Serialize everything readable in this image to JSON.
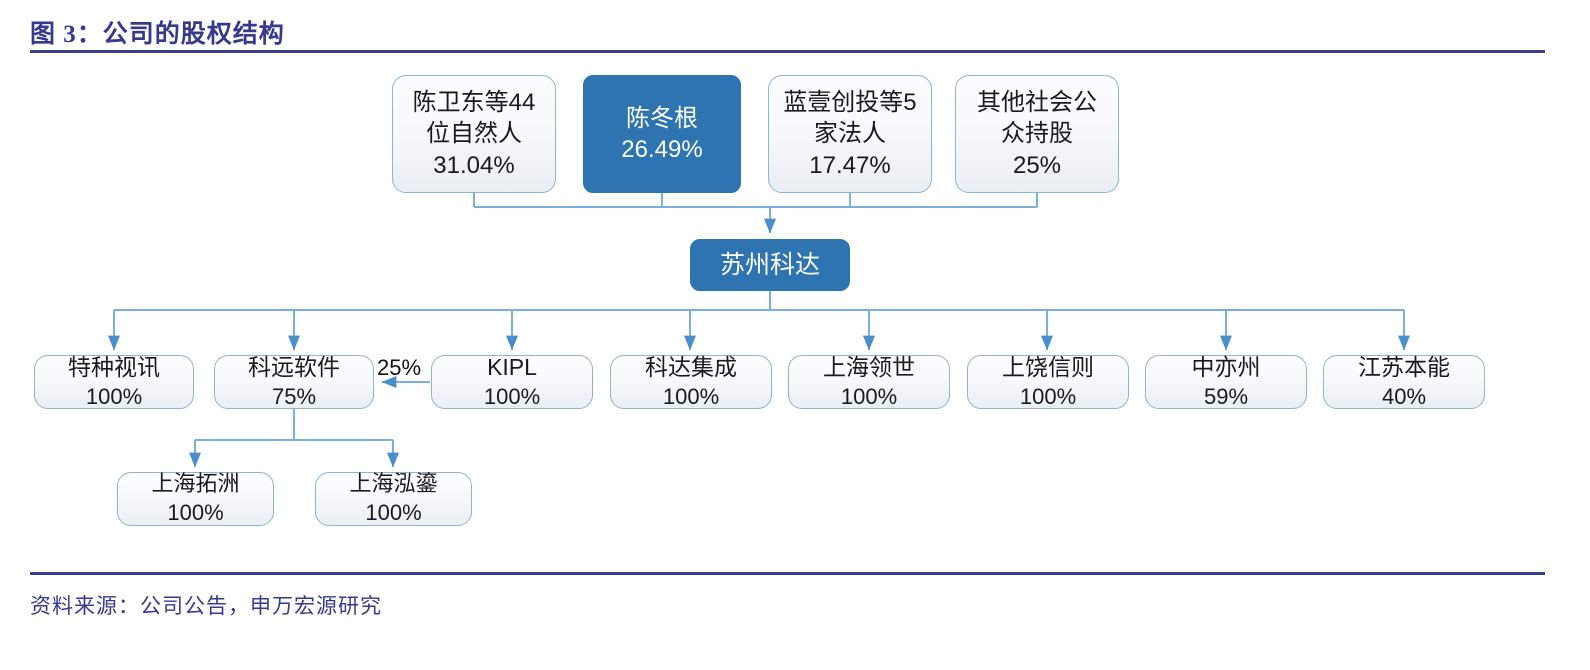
{
  "header": {
    "title": "图 3：公司的股权结构",
    "rule_color": "#3b3f92",
    "title_color": "#36398f"
  },
  "footer": {
    "source": "资料来源：公司公告，申万宏源研究"
  },
  "theme": {
    "accent_blue": "#2d74b0",
    "connector_blue": "#5b9bd5",
    "box_border": "#8fb4cf",
    "box_fill_top": "#fdfdfe",
    "box_fill_bottom": "#eaeff4"
  },
  "chart_data": {
    "type": "diagram",
    "diagram_kind": "org-chart-ownership-structure",
    "title": "图 3：公司的股权结构",
    "levels": [
      {
        "level": 1,
        "role": "shareholders",
        "nodes": [
          {
            "name": "陈卫东等44\n位自然人",
            "pct": "31.04%",
            "highlight": false
          },
          {
            "name": "陈冬根",
            "pct": "26.49%",
            "highlight": true
          },
          {
            "name": "蓝壹创投等5\n家法人",
            "pct": "17.47%",
            "highlight": false
          },
          {
            "name": "其他社会公\n众持股",
            "pct": "25%",
            "highlight": false
          }
        ]
      },
      {
        "level": 2,
        "role": "parent-company",
        "nodes": [
          {
            "name": "苏州科达",
            "pct": "",
            "highlight": true
          }
        ]
      },
      {
        "level": 3,
        "role": "subsidiaries",
        "nodes": [
          {
            "name": "特种视讯",
            "pct": "100%",
            "highlight": false
          },
          {
            "name": "科远软件",
            "pct": "75%",
            "highlight": false
          },
          {
            "name": "KIPL",
            "pct": "100%",
            "highlight": false
          },
          {
            "name": "科达集成",
            "pct": "100%",
            "highlight": false
          },
          {
            "name": "上海领世",
            "pct": "100%",
            "highlight": false
          },
          {
            "name": "上饶信则",
            "pct": "100%",
            "highlight": false
          },
          {
            "name": "中亦州",
            "pct": "59%",
            "highlight": false
          },
          {
            "name": "江苏本能",
            "pct": "40%",
            "highlight": false
          }
        ]
      },
      {
        "level": 4,
        "role": "sub-subsidiaries",
        "parent": "科远软件",
        "nodes": [
          {
            "name": "上海拓洲",
            "pct": "100%",
            "highlight": false
          },
          {
            "name": "上海泓鎏",
            "pct": "100%",
            "highlight": false
          }
        ]
      }
    ],
    "edge_labels": [
      {
        "label": "25%",
        "from": "KIPL",
        "to": "科远软件"
      }
    ]
  }
}
